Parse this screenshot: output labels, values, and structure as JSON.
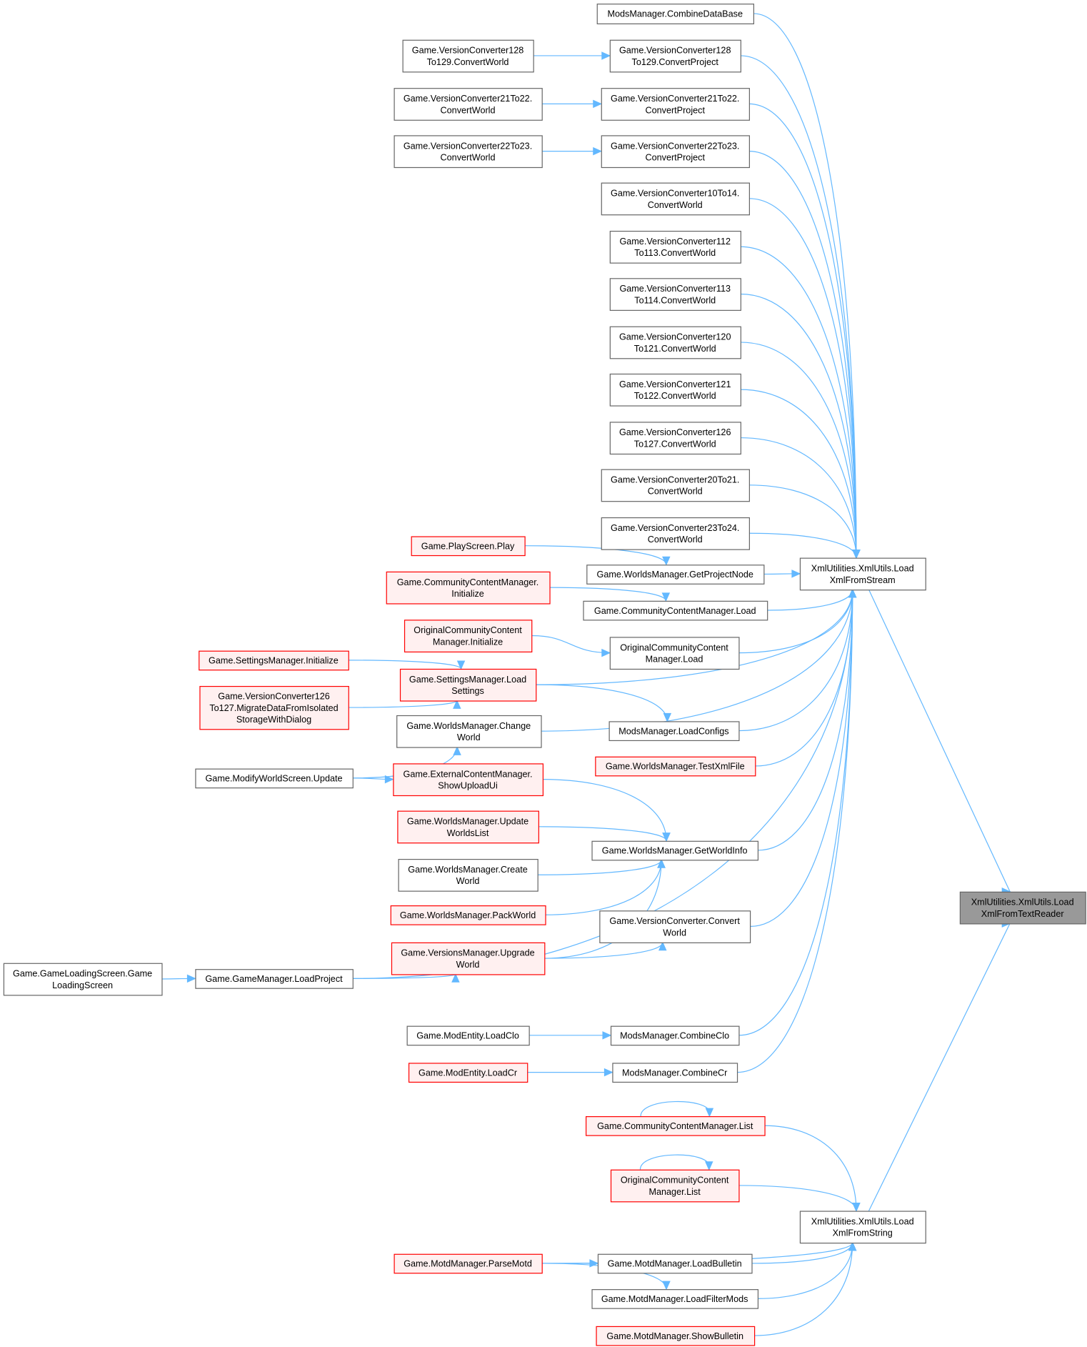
{
  "colors": {
    "edge": "#63b8ff",
    "normal_fill": "#ffffff",
    "normal_stroke": "#666666",
    "red_fill": "#fff0f0",
    "red_stroke": "#ff0000",
    "focus_fill": "#999999",
    "focus_stroke": "#666666"
  },
  "nodes": [
    {
      "id": "n0",
      "style": "normal",
      "lines": [
        "ModsManager.CombineDataBase"
      ]
    },
    {
      "id": "n1",
      "style": "normal",
      "lines": [
        "Game.VersionConverter128",
        "To129.ConvertWorld"
      ]
    },
    {
      "id": "n2",
      "style": "normal",
      "lines": [
        "Game.VersionConverter128",
        "To129.ConvertProject"
      ]
    },
    {
      "id": "n3",
      "style": "normal",
      "lines": [
        "Game.VersionConverter21To22.",
        "ConvertWorld"
      ]
    },
    {
      "id": "n4",
      "style": "normal",
      "lines": [
        "Game.VersionConverter21To22.",
        "ConvertProject"
      ]
    },
    {
      "id": "n5",
      "style": "normal",
      "lines": [
        "Game.VersionConverter22To23.",
        "ConvertWorld"
      ]
    },
    {
      "id": "n6",
      "style": "normal",
      "lines": [
        "Game.VersionConverter22To23.",
        "ConvertProject"
      ]
    },
    {
      "id": "n7",
      "style": "normal",
      "lines": [
        "Game.VersionConverter10To14.",
        "ConvertWorld"
      ]
    },
    {
      "id": "n8",
      "style": "normal",
      "lines": [
        "Game.VersionConverter112",
        "To113.ConvertWorld"
      ]
    },
    {
      "id": "n9",
      "style": "normal",
      "lines": [
        "Game.VersionConverter113",
        "To114.ConvertWorld"
      ]
    },
    {
      "id": "n10",
      "style": "normal",
      "lines": [
        "Game.VersionConverter120",
        "To121.ConvertWorld"
      ]
    },
    {
      "id": "n11",
      "style": "normal",
      "lines": [
        "Game.VersionConverter121",
        "To122.ConvertWorld"
      ]
    },
    {
      "id": "n12",
      "style": "normal",
      "lines": [
        "Game.VersionConverter126",
        "To127.ConvertWorld"
      ]
    },
    {
      "id": "n13",
      "style": "normal",
      "lines": [
        "Game.VersionConverter20To21.",
        "ConvertWorld"
      ]
    },
    {
      "id": "n14",
      "style": "normal",
      "lines": [
        "Game.VersionConverter23To24.",
        "ConvertWorld"
      ]
    },
    {
      "id": "n15",
      "style": "red",
      "lines": [
        "Game.PlayScreen.Play"
      ]
    },
    {
      "id": "n16",
      "style": "normal",
      "lines": [
        "Game.WorldsManager.GetProjectNode"
      ]
    },
    {
      "id": "n17",
      "style": "red",
      "lines": [
        "Game.CommunityContentManager.",
        "Initialize"
      ]
    },
    {
      "id": "n18",
      "style": "normal",
      "lines": [
        "Game.CommunityContentManager.Load"
      ]
    },
    {
      "id": "n19",
      "style": "red",
      "lines": [
        "OriginalCommunityContent",
        "Manager.Initialize"
      ]
    },
    {
      "id": "n20",
      "style": "normal",
      "lines": [
        "OriginalCommunityContent",
        "Manager.Load"
      ]
    },
    {
      "id": "n21",
      "style": "red",
      "lines": [
        "Game.SettingsManager.Initialize"
      ]
    },
    {
      "id": "n22",
      "style": "red",
      "lines": [
        "Game.SettingsManager.Load",
        "Settings"
      ]
    },
    {
      "id": "n23",
      "style": "red",
      "lines": [
        "Game.VersionConverter126",
        "To127.MigrateDataFromIsolated",
        "StorageWithDialog"
      ]
    },
    {
      "id": "n24",
      "style": "normal",
      "lines": [
        "Game.WorldsManager.Change",
        "World"
      ]
    },
    {
      "id": "n25",
      "style": "normal",
      "lines": [
        "ModsManager.LoadConfigs"
      ]
    },
    {
      "id": "n26",
      "style": "red",
      "lines": [
        "Game.WorldsManager.TestXmlFile"
      ]
    },
    {
      "id": "n27",
      "style": "normal",
      "lines": [
        "Game.ModifyWorldScreen.Update"
      ]
    },
    {
      "id": "n28",
      "style": "red",
      "lines": [
        "Game.ExternalContentManager.",
        "ShowUploadUi"
      ]
    },
    {
      "id": "n29",
      "style": "red",
      "lines": [
        "Game.WorldsManager.Update",
        "WorldsList"
      ]
    },
    {
      "id": "n30",
      "style": "normal",
      "lines": [
        "Game.WorldsManager.GetWorldInfo"
      ]
    },
    {
      "id": "n31",
      "style": "normal",
      "lines": [
        "Game.WorldsManager.Create",
        "World"
      ]
    },
    {
      "id": "n32",
      "style": "red",
      "lines": [
        "Game.WorldsManager.PackWorld"
      ]
    },
    {
      "id": "n33",
      "style": "normal",
      "lines": [
        "Game.VersionConverter.Convert",
        "World"
      ]
    },
    {
      "id": "n34",
      "style": "red",
      "lines": [
        "Game.VersionsManager.Upgrade",
        "World"
      ]
    },
    {
      "id": "n35",
      "style": "normal",
      "lines": [
        "Game.GameLoadingScreen.Game",
        "LoadingScreen"
      ]
    },
    {
      "id": "n36",
      "style": "normal",
      "lines": [
        "Game.GameManager.LoadProject"
      ]
    },
    {
      "id": "n37",
      "style": "normal",
      "lines": [
        "Game.ModEntity.LoadClo"
      ]
    },
    {
      "id": "n38",
      "style": "normal",
      "lines": [
        "ModsManager.CombineClo"
      ]
    },
    {
      "id": "n39",
      "style": "red",
      "lines": [
        "Game.ModEntity.LoadCr"
      ]
    },
    {
      "id": "n40",
      "style": "normal",
      "lines": [
        "ModsManager.CombineCr"
      ]
    },
    {
      "id": "n41",
      "style": "red",
      "lines": [
        "Game.CommunityContentManager.List"
      ]
    },
    {
      "id": "n42",
      "style": "red",
      "lines": [
        "OriginalCommunityContent",
        "Manager.List"
      ]
    },
    {
      "id": "n43",
      "style": "red",
      "lines": [
        "Game.MotdManager.ParseMotd"
      ]
    },
    {
      "id": "n44",
      "style": "normal",
      "lines": [
        "Game.MotdManager.LoadBulletin"
      ]
    },
    {
      "id": "n45",
      "style": "normal",
      "lines": [
        "Game.MotdManager.LoadFilterMods"
      ]
    },
    {
      "id": "n46",
      "style": "red",
      "lines": [
        "Game.MotdManager.ShowBulletin"
      ]
    },
    {
      "id": "n47",
      "style": "normal",
      "lines": [
        "XmlUtilities.XmlUtils.Load",
        "XmlFromString"
      ]
    },
    {
      "id": "n48",
      "style": "normal",
      "lines": [
        "XmlUtilities.XmlUtils.Load",
        "XmlFromStream"
      ]
    },
    {
      "id": "n49",
      "style": "focus",
      "lines": [
        "XmlUtilities.XmlUtils.Load",
        "XmlFromTextReader"
      ]
    }
  ],
  "edges": [
    [
      "n0",
      "n48"
    ],
    [
      "n2",
      "n48"
    ],
    [
      "n4",
      "n48"
    ],
    [
      "n6",
      "n48"
    ],
    [
      "n7",
      "n48"
    ],
    [
      "n8",
      "n48"
    ],
    [
      "n9",
      "n48"
    ],
    [
      "n10",
      "n48"
    ],
    [
      "n11",
      "n48"
    ],
    [
      "n12",
      "n48"
    ],
    [
      "n13",
      "n48"
    ],
    [
      "n14",
      "n48"
    ],
    [
      "n1",
      "n2"
    ],
    [
      "n3",
      "n4"
    ],
    [
      "n5",
      "n6"
    ],
    [
      "n15",
      "n16"
    ],
    [
      "n16",
      "n48"
    ],
    [
      "n17",
      "n18"
    ],
    [
      "n18",
      "n48"
    ],
    [
      "n19",
      "n20"
    ],
    [
      "n20",
      "n48"
    ],
    [
      "n21",
      "n22"
    ],
    [
      "n23",
      "n22"
    ],
    [
      "n22",
      "n48"
    ],
    [
      "n22",
      "n25"
    ],
    [
      "n25",
      "n48"
    ],
    [
      "n26",
      "n48"
    ],
    [
      "n27",
      "n24"
    ],
    [
      "n27",
      "n28"
    ],
    [
      "n24",
      "n48"
    ],
    [
      "n28",
      "n30"
    ],
    [
      "n29",
      "n30"
    ],
    [
      "n31",
      "n30"
    ],
    [
      "n32",
      "n30"
    ],
    [
      "n34",
      "n30"
    ],
    [
      "n30",
      "n48"
    ],
    [
      "n33",
      "n48"
    ],
    [
      "n34",
      "n33"
    ],
    [
      "n36",
      "n34"
    ],
    [
      "n36",
      "n48"
    ],
    [
      "n35",
      "n36"
    ],
    [
      "n37",
      "n38"
    ],
    [
      "n38",
      "n48"
    ],
    [
      "n39",
      "n40"
    ],
    [
      "n40",
      "n48"
    ],
    [
      "n41",
      "n41"
    ],
    [
      "n41",
      "n47"
    ],
    [
      "n42",
      "n42"
    ],
    [
      "n42",
      "n47"
    ],
    [
      "n43",
      "n47"
    ],
    [
      "n43",
      "n44"
    ],
    [
      "n43",
      "n45"
    ],
    [
      "n44",
      "n47"
    ],
    [
      "n45",
      "n47"
    ],
    [
      "n46",
      "n47"
    ],
    [
      "n48",
      "n49"
    ],
    [
      "n47",
      "n49"
    ]
  ]
}
